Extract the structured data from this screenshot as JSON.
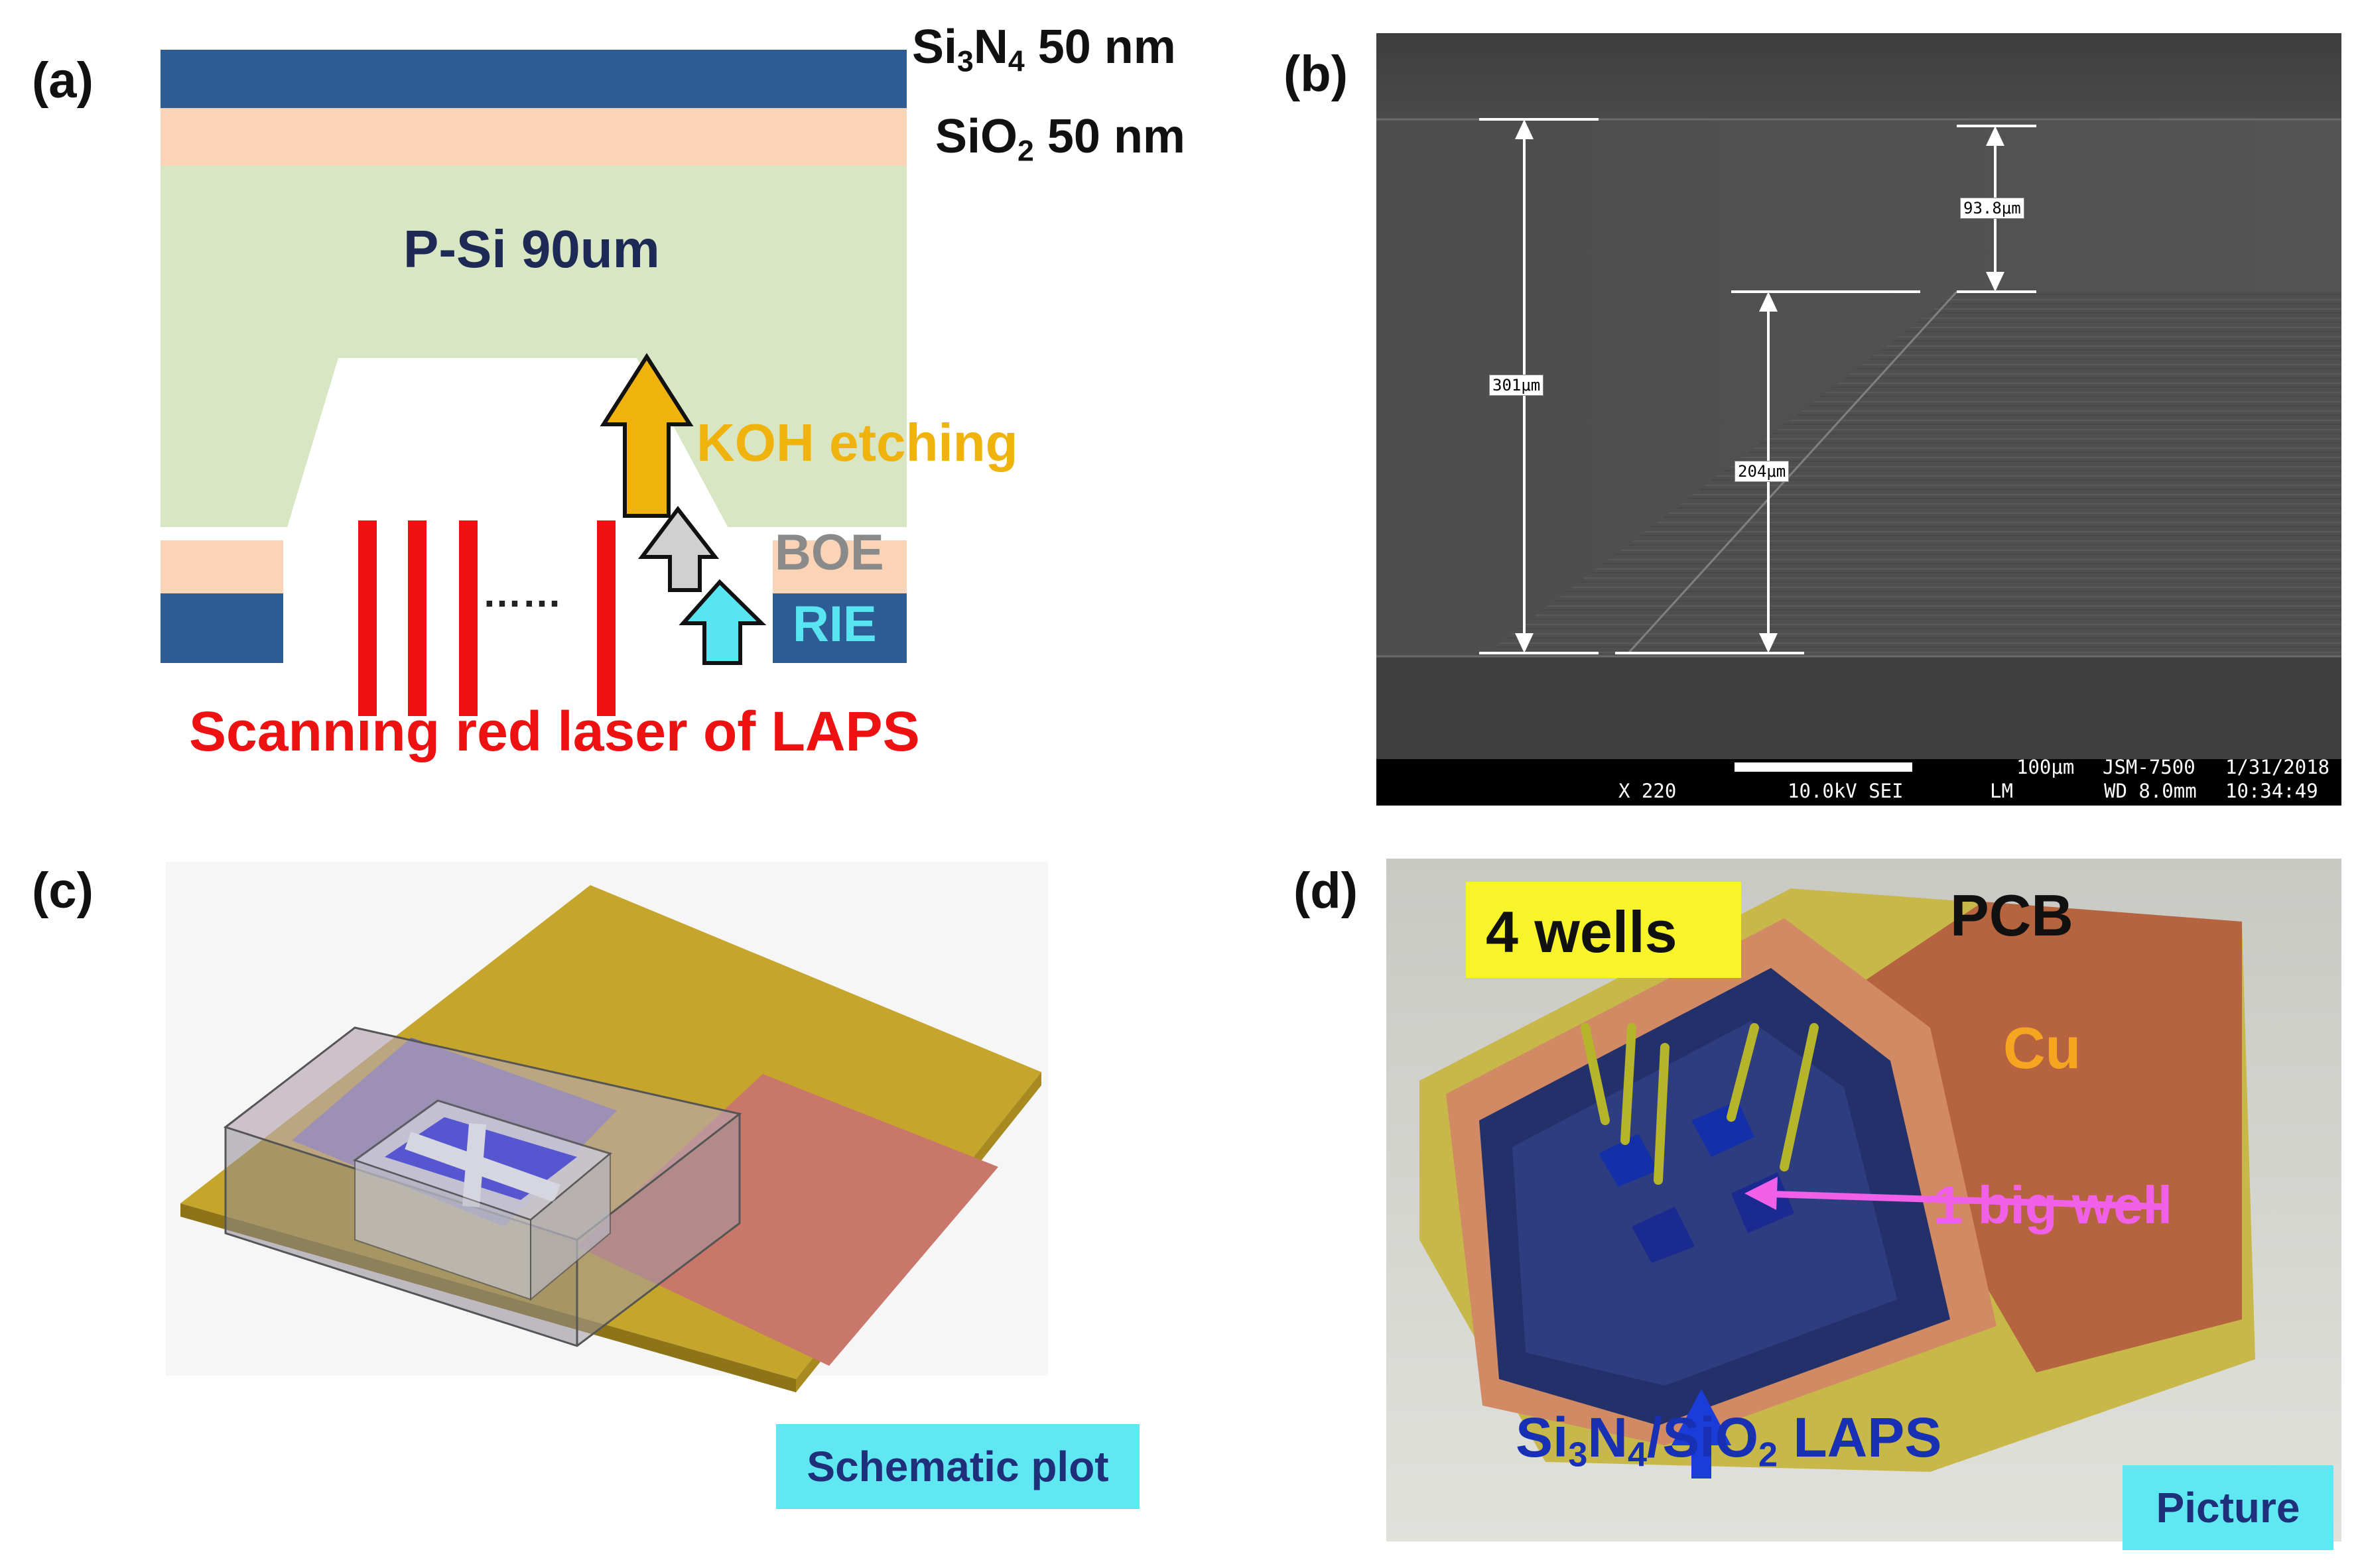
{
  "panels": {
    "a": {
      "label": "(a)",
      "layers": {
        "si3n4": {
          "pre": "Si",
          "sub1": "3",
          "mid": "N",
          "sub2": "4",
          "post": " 50 nm"
        },
        "sio2": {
          "pre": "SiO",
          "sub1": "2",
          "post": " 50 nm"
        },
        "psi": "P-Si 90um"
      },
      "steps": {
        "koh": "KOH etching",
        "boe": "BOE",
        "rie": "RIE"
      },
      "dots": "……",
      "laser_caption": "Scanning red laser of LAPS",
      "colors": {
        "si3n4": "#2e5d95",
        "sio2": "#fbd3b6",
        "psi": "#d8e6c3",
        "laser": "#ee1111",
        "koh": "#f0b20c",
        "boe": "#d0d0d0",
        "rie": "#58e4f0"
      }
    },
    "b": {
      "label": "(b)",
      "measurements": {
        "total": "301μm",
        "etched": "204μm",
        "remaining": "93.8μm"
      },
      "footer": {
        "scale": "100μm",
        "instrument": "JSM-7500",
        "date": "1/31/2018",
        "mag": "X 220",
        "kv": "10.0kV SEI",
        "mode": "LM",
        "wd": "WD 8.0mm",
        "time": "10:34:49"
      }
    },
    "c": {
      "label": "(c)",
      "tag": "Schematic plot"
    },
    "d": {
      "label": "(d)",
      "wells4": "4 wells",
      "pcb": "PCB",
      "cu": "Cu",
      "bigwell": "1 big well",
      "laps": {
        "a": "Si",
        "b": "3",
        "c": "N",
        "d": "4",
        "e": "/SiO",
        "f": "2",
        "g": " LAPS"
      },
      "tag": "Picture"
    }
  }
}
